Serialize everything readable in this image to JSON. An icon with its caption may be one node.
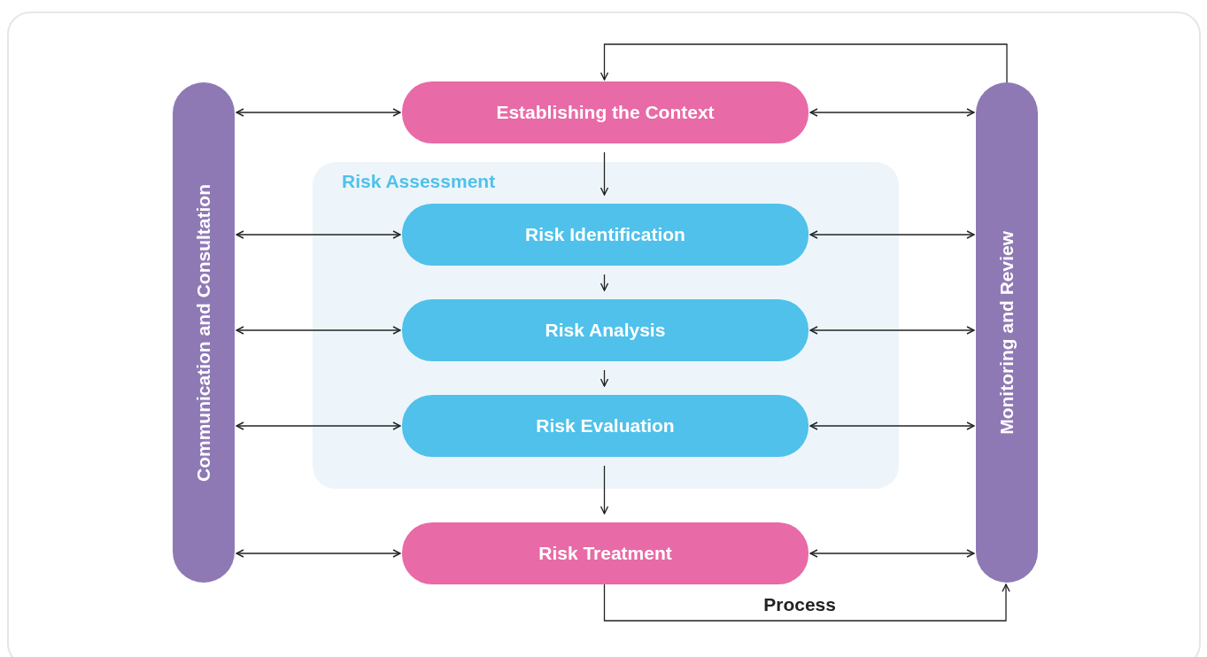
{
  "diagram": {
    "nodes": [
      {
        "text": [
          "Communication and Consultation"
        ]
      },
      {
        "text": [
          "Establishing the Context"
        ]
      },
      {
        "text": [
          "Risk Assessment"
        ]
      },
      {
        "text": [
          "Risk Identification"
        ],
        "in": 2
      },
      {
        "text": [
          "Risk Analysis"
        ],
        "in": 2
      },
      {
        "text": [
          "Risk Evaluation"
        ],
        "in": 2
      },
      {
        "text": [
          "Risk Treatment"
        ]
      },
      {
        "text": [
          "Monitoring and Review"
        ]
      }
    ],
    "edges": [
      {
        "from": 0,
        "to": 1,
        "arrow": "both"
      },
      {
        "from": 1,
        "to": 7,
        "arrow": "both"
      },
      {
        "from": 1,
        "to": 3,
        "arrow": "to"
      },
      {
        "from": 0,
        "to": 3,
        "arrow": "both"
      },
      {
        "from": 3,
        "to": 7,
        "arrow": "both"
      },
      {
        "from": 3,
        "to": 4,
        "arrow": "to"
      },
      {
        "from": 0,
        "to": 4,
        "arrow": "both"
      },
      {
        "from": 4,
        "to": 7,
        "arrow": "both"
      },
      {
        "from": 4,
        "to": 5,
        "arrow": "to"
      },
      {
        "from": 0,
        "to": 5,
        "arrow": "both"
      },
      {
        "from": 5,
        "to": 7,
        "arrow": "both"
      },
      {
        "from": 5,
        "to": 6,
        "arrow": "to"
      },
      {
        "from": 0,
        "to": 6,
        "arrow": "both"
      },
      {
        "from": 6,
        "to": 7,
        "arrow": "both"
      },
      {
        "from": 7,
        "to": 1,
        "arrow": "to"
      },
      {
        "from": 6,
        "to": 7,
        "label": "Process",
        "arrow": "to"
      }
    ]
  }
}
